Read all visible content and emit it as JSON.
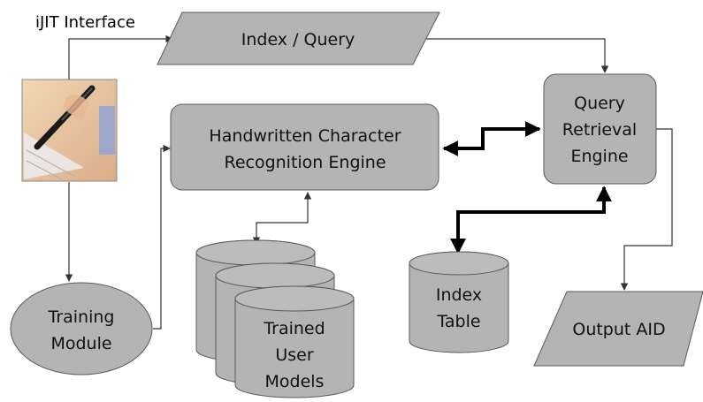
{
  "interface_label": "iJIT Interface",
  "nodes": {
    "index_query": {
      "label": "Index / Query"
    },
    "hcr_engine": {
      "lines": [
        "Handwritten Character",
        "Recognition Engine"
      ]
    },
    "query_engine": {
      "lines": [
        "Query",
        "Retrieval",
        "Engine"
      ]
    },
    "training_module": {
      "lines": [
        "Training",
        "Module"
      ]
    },
    "trained_models": {
      "lines": [
        "Trained",
        "User",
        "Models"
      ]
    },
    "index_table": {
      "lines": [
        "Index",
        "Table"
      ]
    },
    "output_aid": {
      "label": "Output AID"
    }
  },
  "icons": {
    "pen_tablet": "pen-tablet-icon"
  },
  "colors": {
    "shape_fill": "#b4b4b4",
    "shape_stroke": "#5a5a5a",
    "connector": "#333333"
  }
}
